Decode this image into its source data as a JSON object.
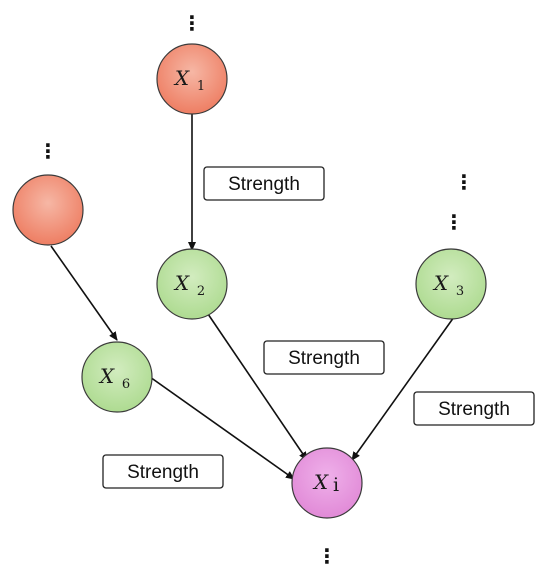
{
  "colors": {
    "red_node": "#f08a72",
    "green_node": "#bde3a3",
    "pink_node": "#e590dc",
    "edge": "#111111"
  },
  "nodes": {
    "x1": {
      "label": "X",
      "sub": "1"
    },
    "x2": {
      "label": "X",
      "sub": "2"
    },
    "x3": {
      "label": "X",
      "sub": "3"
    },
    "x6": {
      "label": "X",
      "sub": "6"
    },
    "xi": {
      "label": "X",
      "sub": "i"
    },
    "unlabeled": {
      "label": ""
    }
  },
  "edges": [
    {
      "from": "x1",
      "to": "x2"
    },
    {
      "from": "unlabeled",
      "to": "x6"
    },
    {
      "from": "x2",
      "to": "xi"
    },
    {
      "from": "x6",
      "to": "xi"
    },
    {
      "from": "x3",
      "to": "xi"
    }
  ],
  "edge_labels": {
    "x1_x2": "Strength",
    "x2_xi": "Strength",
    "x3_xi": "Strength",
    "x6_xi": "Strength"
  },
  "ellipsis": "⋮"
}
